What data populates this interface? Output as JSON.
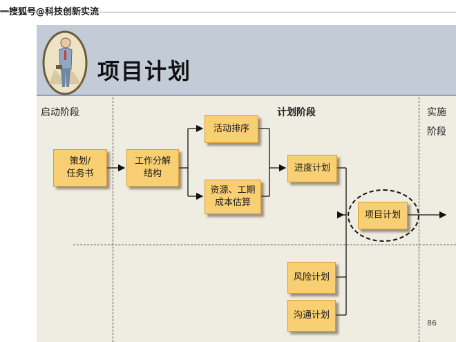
{
  "watermark": {
    "text": "一搜狐号@科技创新实流"
  },
  "slide": {
    "title": "项目计划",
    "page_number": "86",
    "phases": {
      "initiation": "启动阶段",
      "planning": "计划阶段",
      "execution_line1": "实施",
      "execution_line2": "阶段"
    },
    "nodes": {
      "charter": "策划/\n任务书",
      "wbs": "工作分解\n结构",
      "activity_sequencing": "活动排序",
      "resource_estimating": "资源、工期\n成本估算",
      "schedule": "进度计划",
      "project_plan": "项目计划",
      "risk_plan": "风险计划",
      "communication_plan": "沟通计划"
    }
  },
  "colors": {
    "node_fill": "#f8cf72",
    "node_border": "#d99b32",
    "header": "#c3cbd7",
    "background": "#efece2"
  }
}
